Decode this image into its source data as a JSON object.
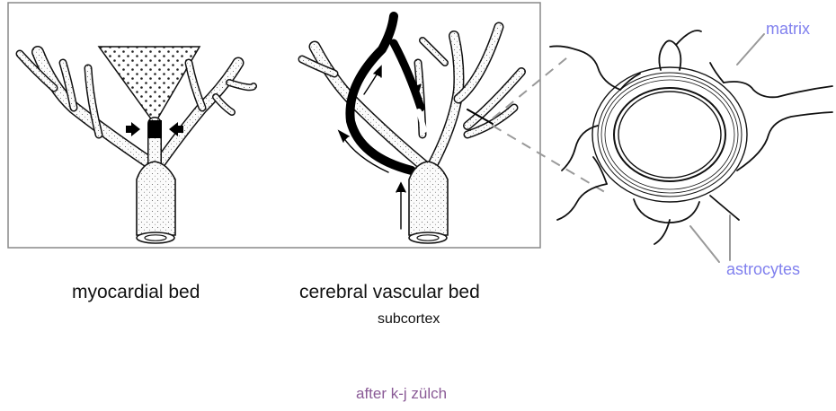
{
  "labels": {
    "myocardial": "myocardial bed",
    "cerebral": "cerebral vascular bed",
    "subcortex": "subcortex",
    "matrix": "matrix",
    "astrocytes": "astrocytes",
    "credit": "after k-j zülch"
  },
  "colors": {
    "label_accent": "#8080ee",
    "credit": "#8a5a96",
    "frame": "#888888",
    "ink": "#000000"
  }
}
